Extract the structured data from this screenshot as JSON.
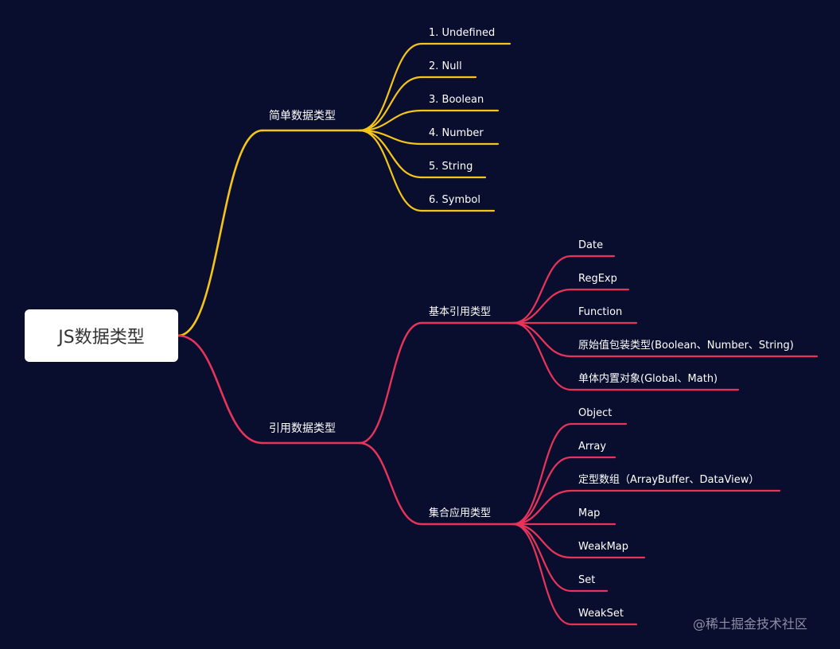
{
  "root": {
    "label": "JS数据类型"
  },
  "colors": {
    "background": "#0a0e2e",
    "primitive_branch": "#f5c518",
    "reference_branch": "#e8335a",
    "root_fill": "#ffffff",
    "text": "#ffffff"
  },
  "primitive": {
    "label": "简单数据类型",
    "items": [
      "1. Undefined",
      "2. Null",
      "3. Boolean",
      "4. Number",
      "5. String",
      "6. Symbol"
    ]
  },
  "reference": {
    "label": "引用数据类型",
    "basic": {
      "label": "基本引用类型",
      "items": [
        "Date",
        "RegExp",
        "Function",
        "原始值包装类型(Boolean、Number、String)",
        "单体内置对象(Global、Math)"
      ]
    },
    "collection": {
      "label": "集合应用类型",
      "items": [
        "Object",
        "Array",
        "定型数组（ArrayBuffer、DataView）",
        "Map",
        "WeakMap",
        "Set",
        "WeakSet"
      ]
    }
  },
  "watermark": "@稀土掘金技术社区"
}
